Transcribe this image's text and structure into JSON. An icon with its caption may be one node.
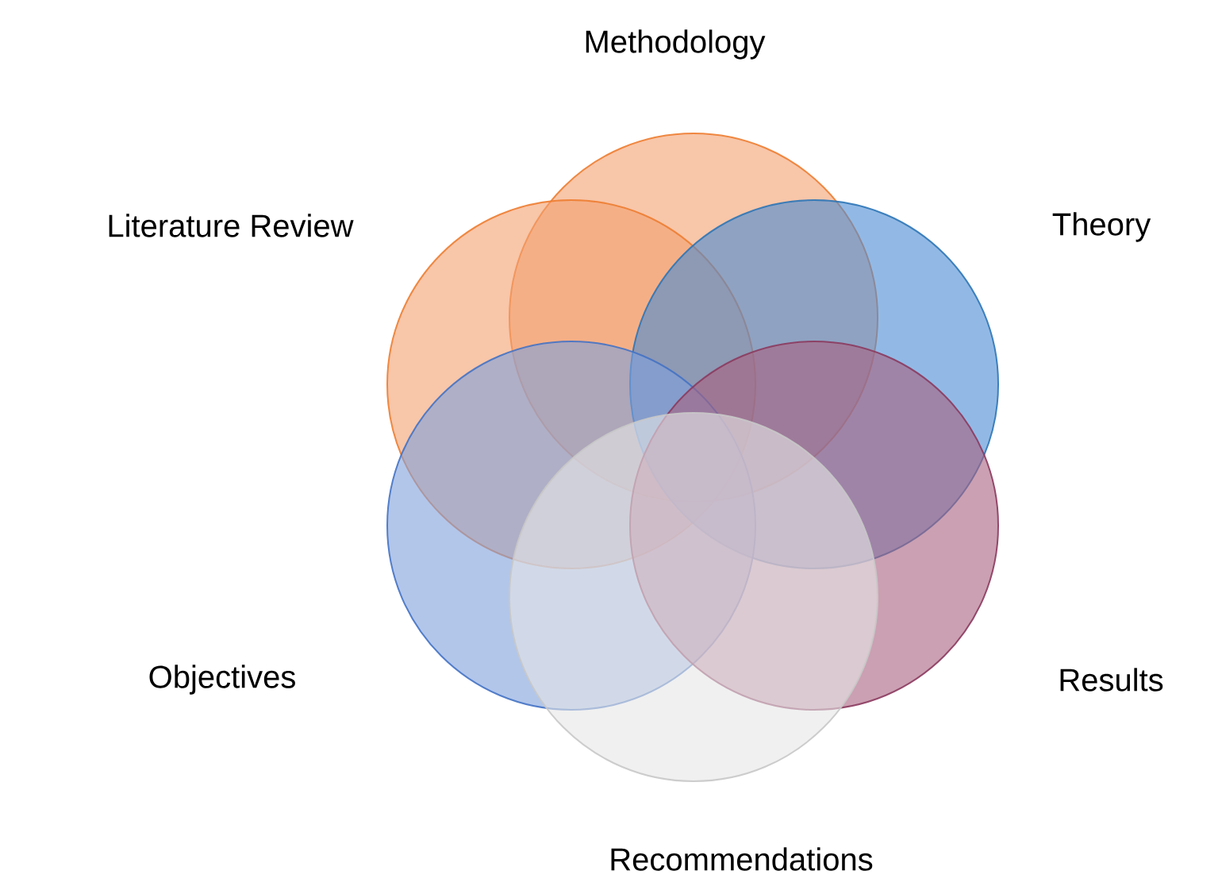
{
  "diagram": {
    "nodes": [
      {
        "text": [
          "Methodology"
        ]
      },
      {
        "text": [
          "Literature Review"
        ]
      },
      {
        "text": [
          "Theory"
        ]
      },
      {
        "text": [
          "Objectives"
        ]
      },
      {
        "text": [
          "Results"
        ]
      },
      {
        "text": [
          "Recommendations"
        ]
      }
    ]
  }
}
